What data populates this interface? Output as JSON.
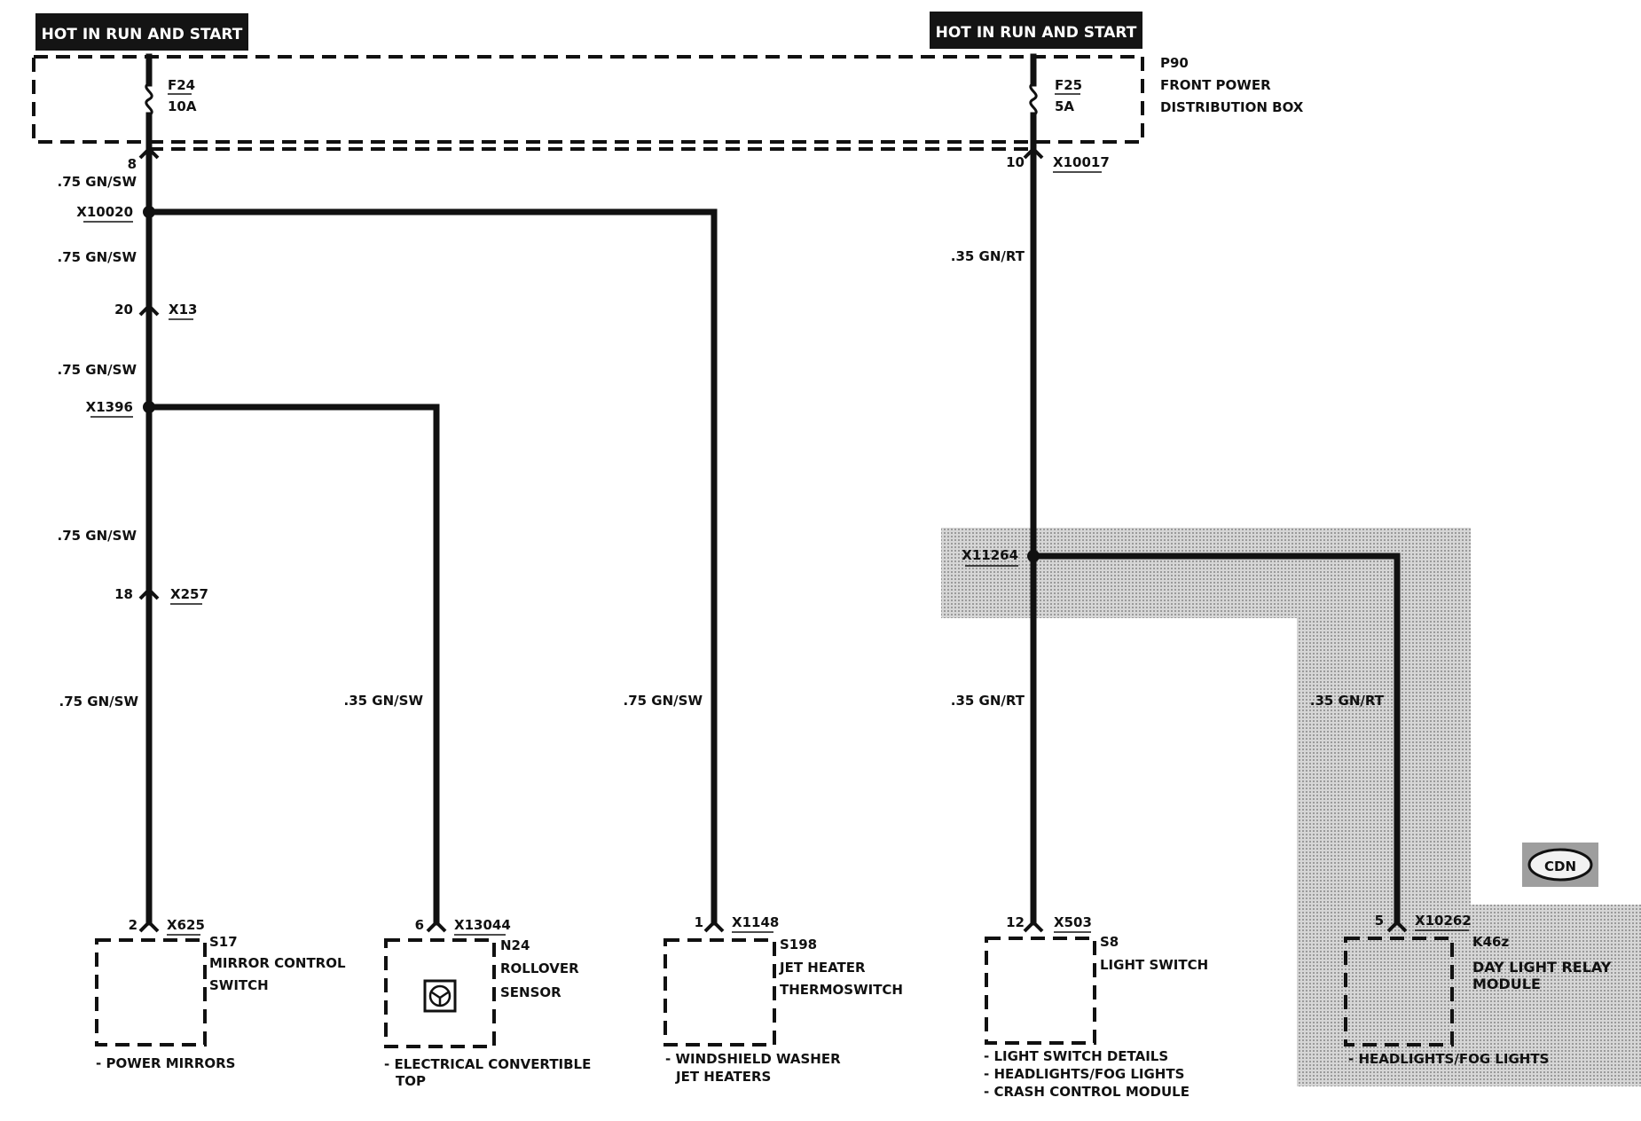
{
  "banners": {
    "left": "HOT IN RUN AND START",
    "right": "HOT IN RUN AND START"
  },
  "distribution_box": {
    "id": "P90",
    "line1": "FRONT POWER",
    "line2": "DISTRIBUTION BOX"
  },
  "fuses": {
    "left": {
      "id": "F24",
      "rating": "10A"
    },
    "right": {
      "id": "F25",
      "rating": "5A"
    }
  },
  "left_trunk": {
    "pin_top": "8",
    "wire_1": ".75 GN/SW",
    "splice_1": "X10020",
    "wire_2": ".75 GN/SW",
    "conn_pin": "20",
    "conn_id": "X13",
    "wire_3": ".75 GN/SW",
    "splice_2": "X1396",
    "wire_4": ".75 GN/SW",
    "conn2_pin": "18",
    "conn2_id": "X257",
    "wire_5": ".75 GN/SW"
  },
  "right_trunk": {
    "pin_top": "10",
    "conn_id": "X10017",
    "wire_1": ".35 GN/RT",
    "splice": "X11264",
    "wire_2": ".35 GN/RT",
    "branch_wire": ".35 GN/RT"
  },
  "branch_wires": {
    "rollover": ".35 GN/SW",
    "jet_heater": ".75 GN/SW"
  },
  "components": {
    "s17": {
      "pin": "2",
      "connector": "X625",
      "id": "S17",
      "name1": "MIRROR CONTROL",
      "name2": "SWITCH",
      "ref1": "- POWER MIRRORS"
    },
    "n24": {
      "pin": "6",
      "connector": "X13044",
      "id": "N24",
      "name1": "ROLLOVER",
      "name2": "SENSOR",
      "ref1": "- ELECTRICAL CONVERTIBLE",
      "ref2": "TOP"
    },
    "s198": {
      "pin": "1",
      "connector": "X1148",
      "id": "S198",
      "name1": "JET HEATER",
      "name2": "THERMOSWITCH",
      "ref1": "- WINDSHIELD WASHER",
      "ref2": "JET HEATERS"
    },
    "s8": {
      "pin": "12",
      "connector": "X503",
      "id": "S8",
      "name1": "LIGHT SWITCH",
      "ref1": "- LIGHT SWITCH DETAILS",
      "ref2": "- HEADLIGHTS/FOG LIGHTS",
      "ref3": "- CRASH CONTROL MODULE"
    },
    "k46z": {
      "pin": "5",
      "connector": "X10262",
      "id": "K46z",
      "name1": "DAY LIGHT RELAY",
      "name2": "MODULE",
      "ref1": "- HEADLIGHTS/FOG LIGHTS"
    }
  },
  "variant_badge": "CDN",
  "colors": {
    "wire": "#111111",
    "shade": "#c2c2c2",
    "banner": "#141414"
  }
}
